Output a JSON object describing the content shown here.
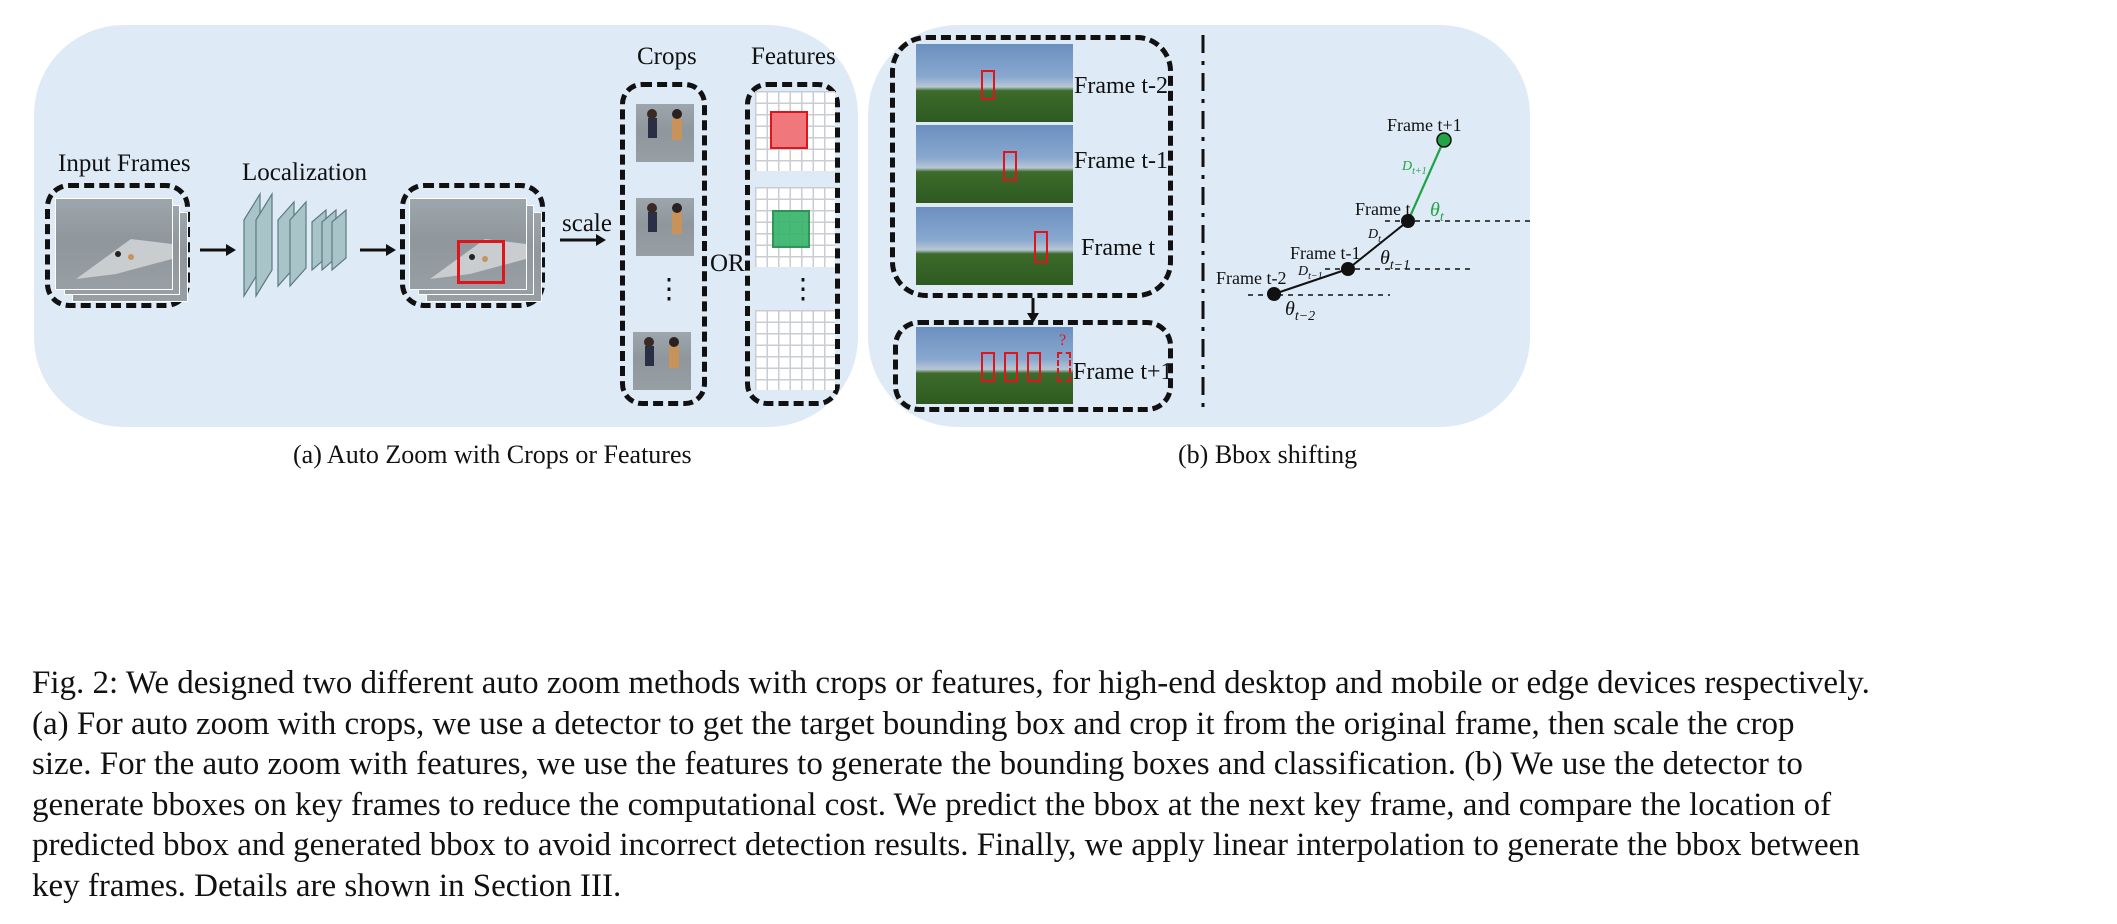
{
  "figure": {
    "panel_a": {
      "input_frames_label": "Input Frames",
      "localization_label": "Localization",
      "scale_label": "scale",
      "crops_label": "Crops",
      "features_label": "Features",
      "or_label": "OR",
      "crops_ellipsis": "⋮",
      "features_ellipsis": "⋮",
      "caption": "(a) Auto Zoom with Crops or Features"
    },
    "panel_b": {
      "frames": [
        {
          "label": "Frame t-2"
        },
        {
          "label": "Frame t-1"
        },
        {
          "label": "Frame t"
        }
      ],
      "predicted_frame_label": "Frame t+1",
      "question_mark": "?",
      "trajectory": {
        "point_labels": [
          "Frame t-2",
          "Frame t-1",
          "Frame t",
          "Frame t+1"
        ],
        "distance_labels": [
          "D",
          "D",
          "D"
        ],
        "distance_subscripts": [
          "t−1",
          "t",
          "t+1"
        ],
        "angle_labels": [
          "θ",
          "θ",
          "θ"
        ],
        "angle_subscripts": [
          "t−2",
          "t−1",
          "t"
        ],
        "predicted_color": "#21a346",
        "point_color": "#111111"
      },
      "caption": "(b) Bbox shifting"
    },
    "colors": {
      "panel_bg": "#deeaf5",
      "box_red": "#e0151b",
      "feature_red": "#f0787c",
      "feature_green": "#35b36a"
    },
    "caption_lines": [
      "Fig. 2: We designed two different auto zoom methods with crops or features, for high-end desktop and mobile or edge devices respectively.",
      "(a) For auto zoom with crops, we use a detector to get the target bounding box and crop it from the original frame, then scale the crop",
      "size. For the auto zoom with features, we use the features to generate the bounding boxes and classification. (b) We use the detector to",
      "generate bboxes on key frames to reduce the computational cost. We predict the bbox at the next key frame, and compare the location of",
      "predicted bbox and generated bbox to avoid incorrect detection results. Finally, we apply linear interpolation to generate the bbox between",
      "key frames. Details are shown in Section III."
    ]
  }
}
